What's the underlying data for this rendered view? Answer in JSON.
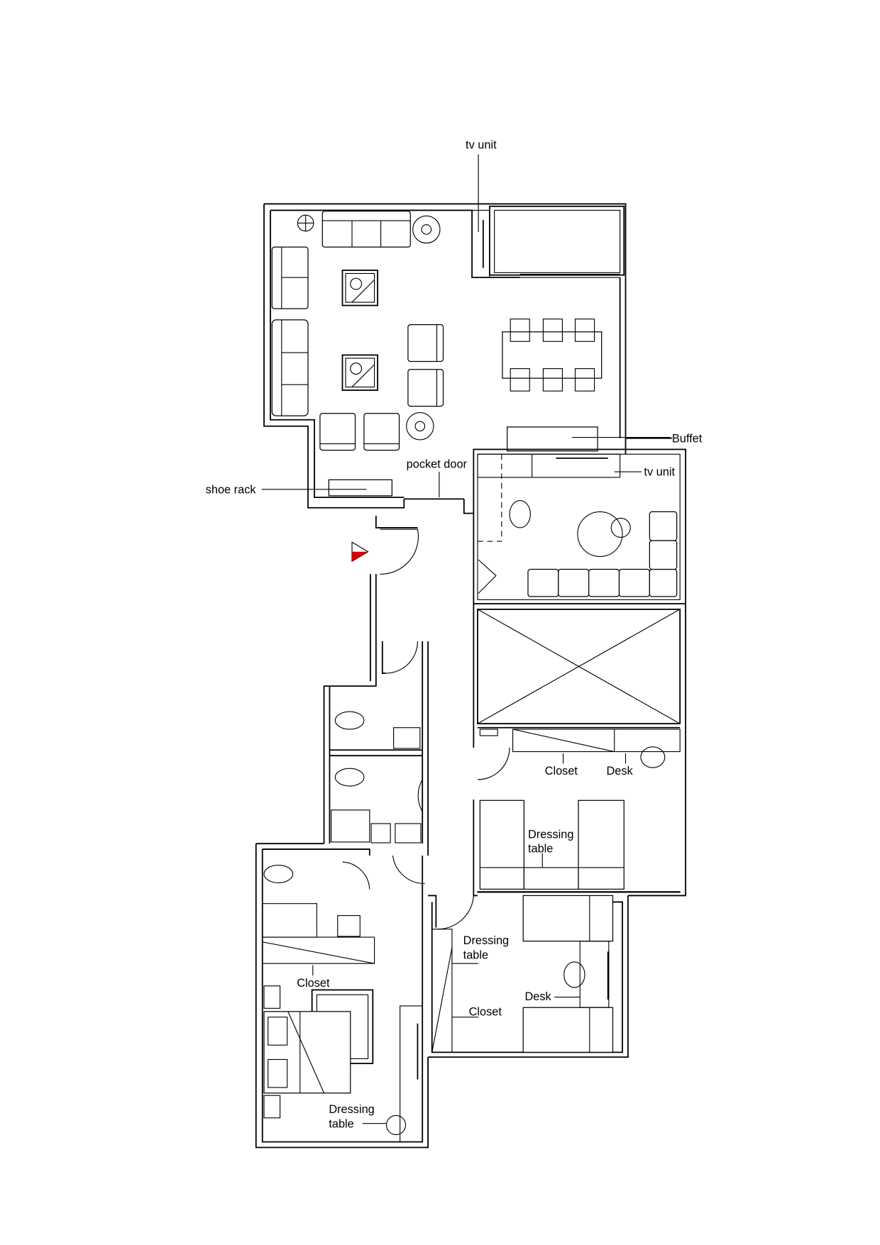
{
  "drawing": {
    "type": "apartment floor plan"
  },
  "labels": {
    "tv_unit_living": "tv unit",
    "buffet": "Buffet",
    "tv_unit_study": "tv unit",
    "pocket_door": "pocket door",
    "shoe_rack": "shoe rack",
    "closet_bedroom2": "Closet",
    "desk_bedroom2": "Desk",
    "dressing_bedroom2_l1": "Dressing",
    "dressing_bedroom2_l2": "table",
    "dressing_bedroom3_l1": "Dressing",
    "dressing_bedroom3_l2": "table",
    "desk_bedroom3": "Desk",
    "closet_bedroom3": "Closet",
    "closet_master": "Closet",
    "dressing_master_l1": "Dressing",
    "dressing_master_l2": "table"
  },
  "colors": {
    "entrance_marker": "#d40000",
    "lines": "#000000"
  }
}
